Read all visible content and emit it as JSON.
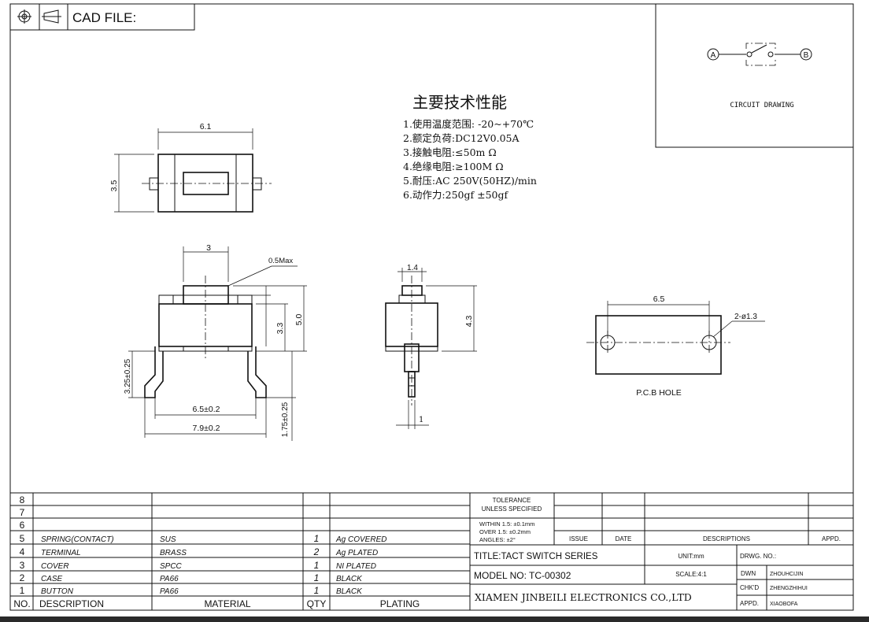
{
  "header": {
    "cad_label": "CAD FILE:"
  },
  "circuit": {
    "terminal_a": "A",
    "terminal_b": "B",
    "caption": "CIRCUIT DRAWING"
  },
  "specs": {
    "title": "主要技术性能",
    "items": [
      "1.使用温度范围:  -20~+70℃",
      "2.额定负荷:DC12V0.05A",
      "3.接触电阻:≤50m Ω",
      "4.绝缘电阻:≥100M Ω",
      "5.耐压:AC 250V(50HZ)/min",
      "6.动作力:250gf ±50gf"
    ]
  },
  "dimensions": {
    "top_width": "6.1",
    "top_height": "3.5",
    "button_width": "3",
    "max_label": "0.5Max",
    "height_body": "3.3",
    "height_total": "5.0",
    "pin_height": "3.25±0.25",
    "pin_inner": "6.5±0.2",
    "pin_outer": "7.9±0.2",
    "pin_leg": "1.75±0.25",
    "side_button": "1.4",
    "side_height": "4.3",
    "side_pin": "1",
    "pcb_span": "6.5",
    "pcb_hole": "2-ø1.3",
    "pcb_caption": "P.C.B HOLE"
  },
  "bom": {
    "empty_rows": [
      "8",
      "7",
      "6"
    ],
    "rows": [
      {
        "no": "5",
        "desc": "SPRING(CONTACT)",
        "material": "SUS",
        "qty": "1",
        "plating": "Ag COVERED"
      },
      {
        "no": "4",
        "desc": "TERMINAL",
        "material": "BRASS",
        "qty": "2",
        "plating": "Ag PLATED"
      },
      {
        "no": "3",
        "desc": "COVER",
        "material": "SPCC",
        "qty": "1",
        "plating": "NI PLATED"
      },
      {
        "no": "2",
        "desc": "CASE",
        "material": "PA66",
        "qty": "1",
        "plating": "BLACK"
      },
      {
        "no": "1",
        "desc": "BUTTON",
        "material": "PA66",
        "qty": "1",
        "plating": "BLACK"
      }
    ],
    "header": {
      "no": "NO.",
      "desc": "DESCRIPTION",
      "material": "MATERIAL",
      "qty": "QTY",
      "plating": "PLATING"
    }
  },
  "title_block": {
    "tolerance_1": "TOLERANCE",
    "tolerance_2": "UNLESS SPECIFIED",
    "within": "WITHIN 1.5: ±0.1mm",
    "over": "OVER 1.5:  ±0.2mm",
    "angles": "ANGLES: ±2°",
    "issue": "ISSUE",
    "date": "DATE",
    "descriptions": "DESCRIPTIONS",
    "appd_col": "APPD.",
    "title": "TITLE:TACT SWITCH SERIES",
    "unit": "UNIT:mm",
    "drwg_no": "DRWG. NO.:",
    "model": "MODEL NO: TC-00302",
    "scale": "SCALE:4:1",
    "dwn": "DWN",
    "dwn_name": "ZHOUHCIJIN",
    "chkd": "CHK'D",
    "chkd_name": "ZHENGZHIHUI",
    "company": "XIAMEN JINBEILI ELECTRONICS CO.,LTD",
    "appd": "APPD.",
    "appd_name": "XIAOBOFA"
  }
}
